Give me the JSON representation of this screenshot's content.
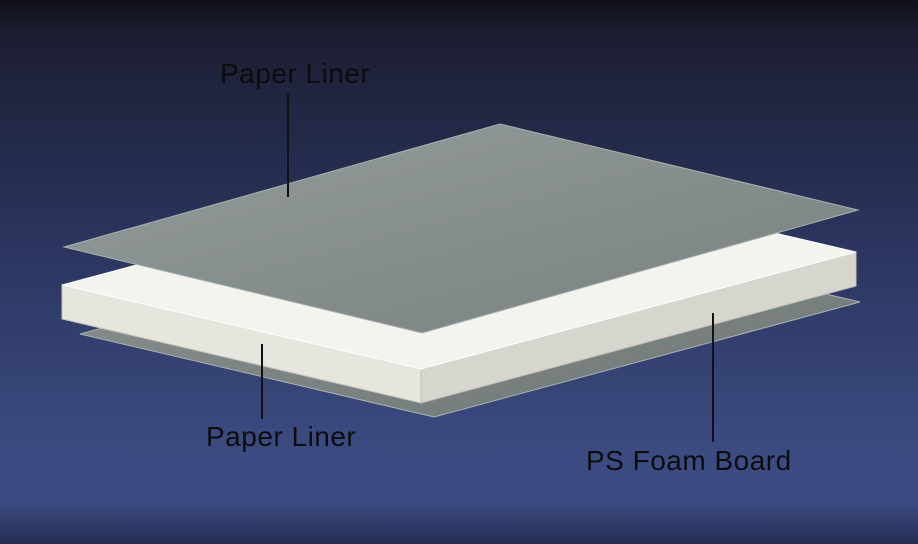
{
  "diagram": {
    "type": "exploded-view-illustration",
    "subject": "PS foam board sandwich construction",
    "labels": {
      "top_paper_liner": "Paper Liner",
      "bottom_paper_liner": "Paper Liner",
      "ps_foam_board": "PS Foam Board"
    },
    "parts": [
      {
        "name": "top paper liner",
        "appearance": "gray sheet floating above board"
      },
      {
        "name": "ps foam board",
        "appearance": "white slab in middle"
      },
      {
        "name": "bottom paper liner",
        "appearance": "gray sheet below board"
      }
    ],
    "colors": {
      "background-top": "#10101a",
      "background-upper": "#1c1e33",
      "background-mid": "#2b355f",
      "background-lower": "#3c4c82",
      "background-bottom": "#252e54",
      "liner-light": "#959c9b",
      "liner-dark": "#788080",
      "liner-bottom-light": "#8b9291",
      "liner-bottom-dark": "#6f7776",
      "liner-edge": "#aab2b0",
      "foam-top": "#f4f4ef",
      "foam-left": "#e6e6de",
      "foam-right": "#d6d6ce",
      "foam-edge": "#c0c0b8",
      "leader-line": "#111111",
      "label-text": "#0c0c0c"
    }
  }
}
